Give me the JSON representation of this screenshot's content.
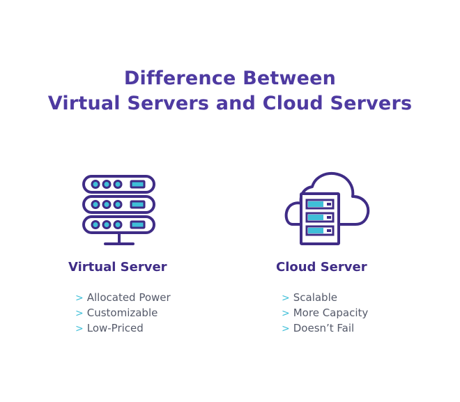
{
  "title": {
    "line1": "Difference Between",
    "line2": "Virtual Servers and Cloud Servers"
  },
  "columns": [
    {
      "heading": "Virtual Server",
      "icon": "server-rack-icon",
      "bullet_symbol": ">",
      "items": [
        "Allocated Power",
        "Customizable",
        "Low-Priced"
      ]
    },
    {
      "heading": "Cloud Server",
      "icon": "cloud-server-icon",
      "bullet_symbol": ">",
      "items": [
        "Scalable",
        "More Capacity",
        "Doesn’t Fail"
      ]
    }
  ],
  "colors": {
    "primary": "#4e3aa1",
    "outline": "#3f2c86",
    "accent": "#3fbfd8",
    "text": "#555a6a",
    "background": "#ffffff"
  }
}
